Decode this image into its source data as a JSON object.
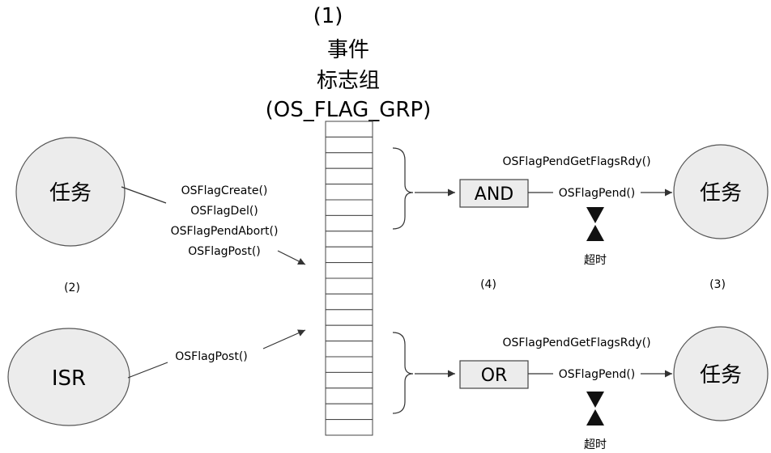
{
  "title": {
    "number": "(1)",
    "line1": "事件",
    "line2": "标志组",
    "line3": "(OS_FLAG_GRP)"
  },
  "left": {
    "task_label": "任务",
    "isr_label": "ISR",
    "marker": "(2)",
    "task_calls": [
      "OSFlagCreate()",
      "OSFlagDel()",
      "OSFlagPendAbort()",
      "OSFlagPost()"
    ],
    "isr_call": "OSFlagPost()"
  },
  "middle": {
    "marker": "(4)",
    "and_label": "AND",
    "or_label": "OR",
    "getflags_top": "OSFlagPendGetFlagsRdy()",
    "getflags_bottom": "OSFlagPendGetFlagsRdy()",
    "pend_top": "OSFlagPend()",
    "pend_bottom": "OSFlagPend()",
    "timeout_top": "超时",
    "timeout_bottom": "超时"
  },
  "right": {
    "marker": "(3)",
    "task_top_label": "任务",
    "task_bottom_label": "任务"
  }
}
